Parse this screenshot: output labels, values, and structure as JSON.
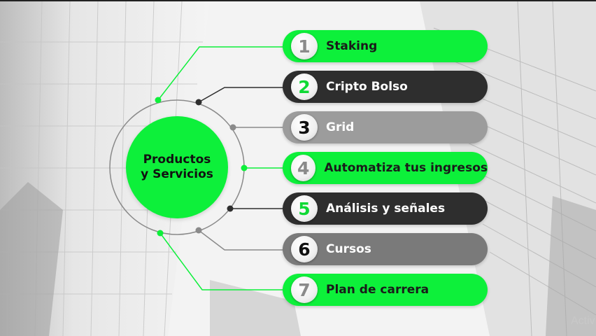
{
  "center": {
    "title_line1": "Productos",
    "title_line2": "y Servicios"
  },
  "items": [
    {
      "number": "1",
      "label": "Staking",
      "style": "green",
      "num_color": "gray"
    },
    {
      "number": "2",
      "label": "Cripto Bolso",
      "style": "dark",
      "num_color": "green"
    },
    {
      "number": "3",
      "label": "Grid",
      "style": "gray",
      "num_color": "black"
    },
    {
      "number": "4",
      "label": "Automatiza tus ingresos",
      "style": "green",
      "num_color": "gray"
    },
    {
      "number": "5",
      "label": "Análisis y señales",
      "style": "dark",
      "num_color": "green"
    },
    {
      "number": "6",
      "label": "Cursos",
      "style": "mid",
      "num_color": "black"
    },
    {
      "number": "7",
      "label": "Plan de carrera",
      "style": "green",
      "num_color": "gray"
    }
  ],
  "colors": {
    "green": "#0df03a",
    "dark": "#2e2e2e",
    "gray": "#9c9c9c",
    "mid": "#7a7a7a"
  },
  "watermark": "Activ"
}
